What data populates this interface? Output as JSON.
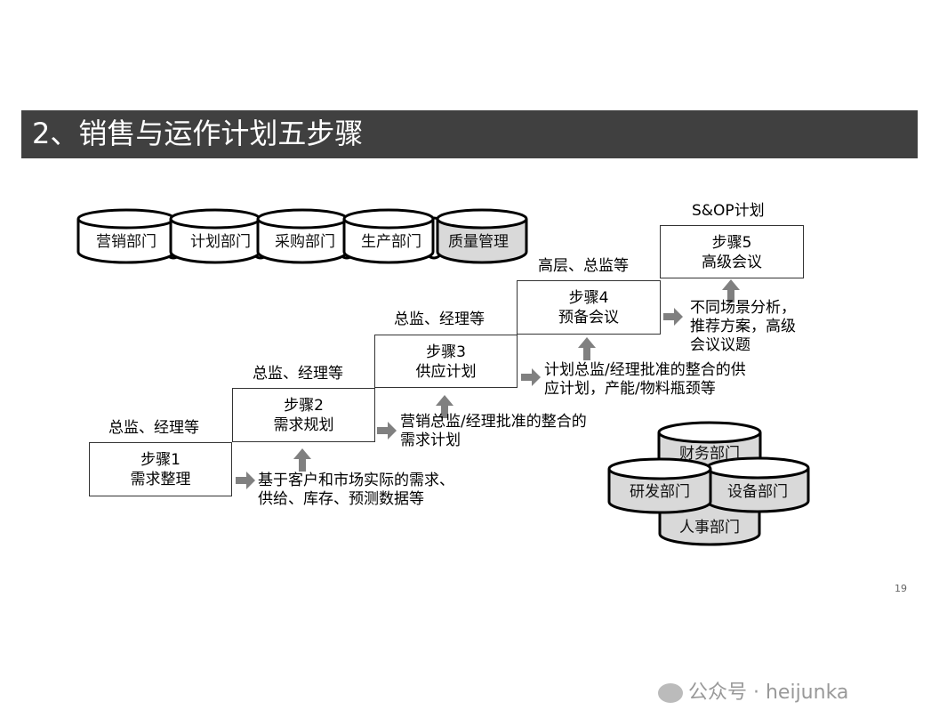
{
  "title": "2、销售与运作计划五步骤",
  "top_departments": [
    "营销部门",
    "计划部门",
    "采购部门",
    "生产部门",
    "质量管理"
  ],
  "cluster_departments": [
    "财务部门",
    "研发部门",
    "设备部门",
    "人事部门"
  ],
  "plan_label": "S&OP计划",
  "steps": [
    {
      "step": "步骤1",
      "name": "需求整理",
      "owner": "总监、经理等",
      "input": "基于客户和市场实际的需求、\n供给、库存、预测数据等"
    },
    {
      "step": "步骤2",
      "name": "需求规划",
      "owner": "总监、经理等",
      "input": "营销总监/经理批准的整合的\n需求计划"
    },
    {
      "step": "步骤3",
      "name": "供应计划",
      "owner": "总监、经理等",
      "input": "计划总监/经理批准的整合的供\n应计划，产能/物料瓶颈等"
    },
    {
      "step": "步骤4",
      "name": "预备会议",
      "owner": "高层、总监等",
      "input": "不同场景分析，\n推荐方案，高级\n会议议题"
    },
    {
      "step": "步骤5",
      "name": "高级会议"
    }
  ],
  "page_number": "19",
  "watermark": "公众号 · heijunka",
  "colors": {
    "title_bg": "#404040",
    "arrow": "#808080",
    "cylinder_fill": "#d9d9d9"
  }
}
